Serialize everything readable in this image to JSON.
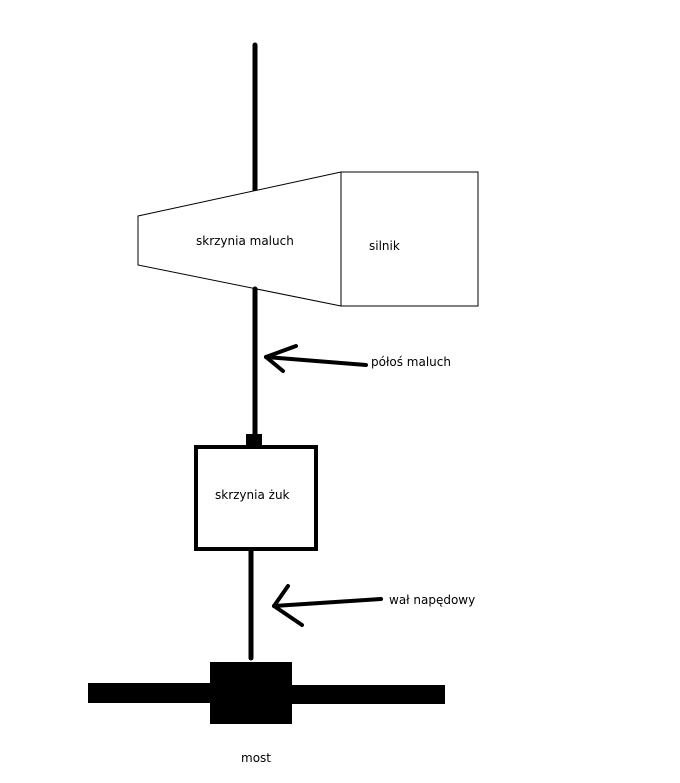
{
  "colors": {
    "background": "#ffffff",
    "stroke": "#000000"
  },
  "labels": {
    "gearbox_maluch": "skrzynia maluch",
    "engine": "silnik",
    "halfshaft_maluch": "półoś maluch",
    "gearbox_zuk": "skrzynia żuk",
    "driveshaft": "wał napędowy",
    "axle": "most"
  }
}
